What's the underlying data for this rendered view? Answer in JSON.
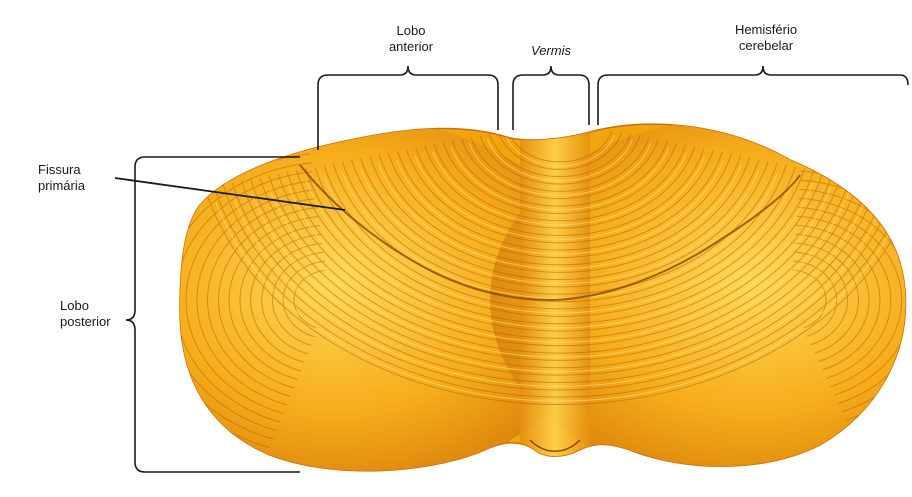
{
  "labels": {
    "lobo_anterior": [
      "Lobo",
      "anterior"
    ],
    "vermis": "Vermis",
    "hemisferio": [
      "Hemisfério",
      "cerebelar"
    ],
    "fissura": [
      "Fissura",
      "primária"
    ],
    "lobo_posterior": [
      "Lobo",
      "posterior"
    ]
  },
  "colors": {
    "tissue": "#f2a40f",
    "tissue_light": "#fcd24a",
    "tissue_dark": "#c96f08",
    "line": "#1a1a1a"
  }
}
